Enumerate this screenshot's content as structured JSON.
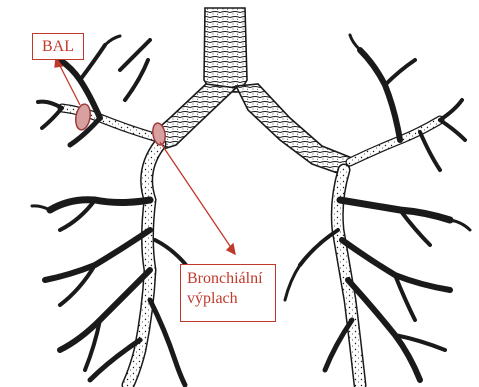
{
  "labels": {
    "bal": "BAL",
    "bronchial_line1": "Bronchiální",
    "bronchial_line2": "výplach"
  },
  "colors": {
    "ink": "#1a1a1a",
    "accent": "#c0392b",
    "marker_fill": "#d9a0a0",
    "marker_stroke": "#9c3b3b"
  }
}
